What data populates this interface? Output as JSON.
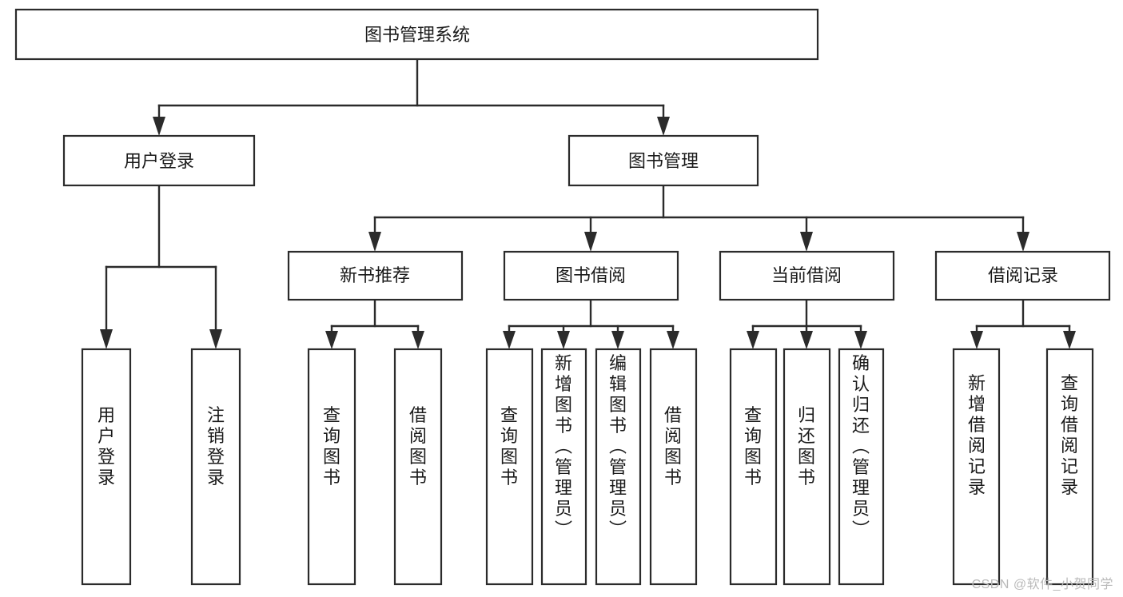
{
  "diagram": {
    "type": "tree-hierarchy",
    "title": "图书管理系统",
    "watermark": "CSDN @软件_小贺同学",
    "colors": {
      "background": "#ffffff",
      "box_stroke": "#2b2b2b",
      "box_fill": "#ffffff",
      "connector": "#2b2b2b",
      "text": "#1a1a1a",
      "watermark": "#b9b9b9"
    },
    "levels": {
      "root": {
        "label": "图书管理系统",
        "orientation": "horizontal"
      },
      "level1": [
        {
          "label": "用户登录",
          "orientation": "horizontal"
        },
        {
          "label": "图书管理",
          "orientation": "horizontal"
        }
      ],
      "level2": [
        {
          "label": "新书推荐",
          "orientation": "horizontal",
          "parent": "图书管理"
        },
        {
          "label": "图书借阅",
          "orientation": "horizontal",
          "parent": "图书管理"
        },
        {
          "label": "当前借阅",
          "orientation": "horizontal",
          "parent": "图书管理"
        },
        {
          "label": "借阅记录",
          "orientation": "horizontal",
          "parent": "图书管理"
        }
      ],
      "leaves": [
        {
          "label": "用户登录",
          "orientation": "vertical",
          "parent": "用户登录"
        },
        {
          "label": "注销登录",
          "orientation": "vertical",
          "parent": "用户登录"
        },
        {
          "label": "查询图书",
          "orientation": "vertical",
          "parent": "新书推荐"
        },
        {
          "label": "借阅图书",
          "orientation": "vertical",
          "parent": "新书推荐"
        },
        {
          "label": "查询图书",
          "orientation": "vertical",
          "parent": "图书借阅"
        },
        {
          "label": "新增图书（管理员）",
          "orientation": "vertical",
          "parent": "图书借阅"
        },
        {
          "label": "编辑图书（管理员）",
          "orientation": "vertical",
          "parent": "图书借阅"
        },
        {
          "label": "借阅图书",
          "orientation": "vertical",
          "parent": "图书借阅"
        },
        {
          "label": "查询图书",
          "orientation": "vertical",
          "parent": "当前借阅"
        },
        {
          "label": "归还图书",
          "orientation": "vertical",
          "parent": "当前借阅"
        },
        {
          "label": "确认归还（管理员）",
          "orientation": "vertical",
          "parent": "当前借阅"
        },
        {
          "label": "新增借阅记录",
          "orientation": "vertical",
          "parent": "借阅记录"
        },
        {
          "label": "查询借阅记录",
          "orientation": "vertical",
          "parent": "借阅记录"
        }
      ]
    },
    "nodes": {
      "root": "图书管理系统",
      "user_login": "用户登录",
      "book_manage": "图书管理",
      "new_book_rec": "新书推荐",
      "book_borrow": "图书借阅",
      "current_borrow": "当前借阅",
      "borrow_record": "借阅记录",
      "leaf_user_login": "用户登录",
      "leaf_logout": "注销登录",
      "leaf_rec_query": "查询图书",
      "leaf_rec_borrow": "借阅图书",
      "leaf_borrow_query": "查询图书",
      "leaf_borrow_add": "新增图书（管理员）",
      "leaf_borrow_edit": "编辑图书（管理员）",
      "leaf_borrow_borrow": "借阅图书",
      "leaf_cur_query": "查询图书",
      "leaf_cur_return": "归还图书",
      "leaf_cur_confirm": "确认归还（管理员）",
      "leaf_rec_add": "新增借阅记录",
      "leaf_rec_search": "查询借阅记录"
    }
  }
}
